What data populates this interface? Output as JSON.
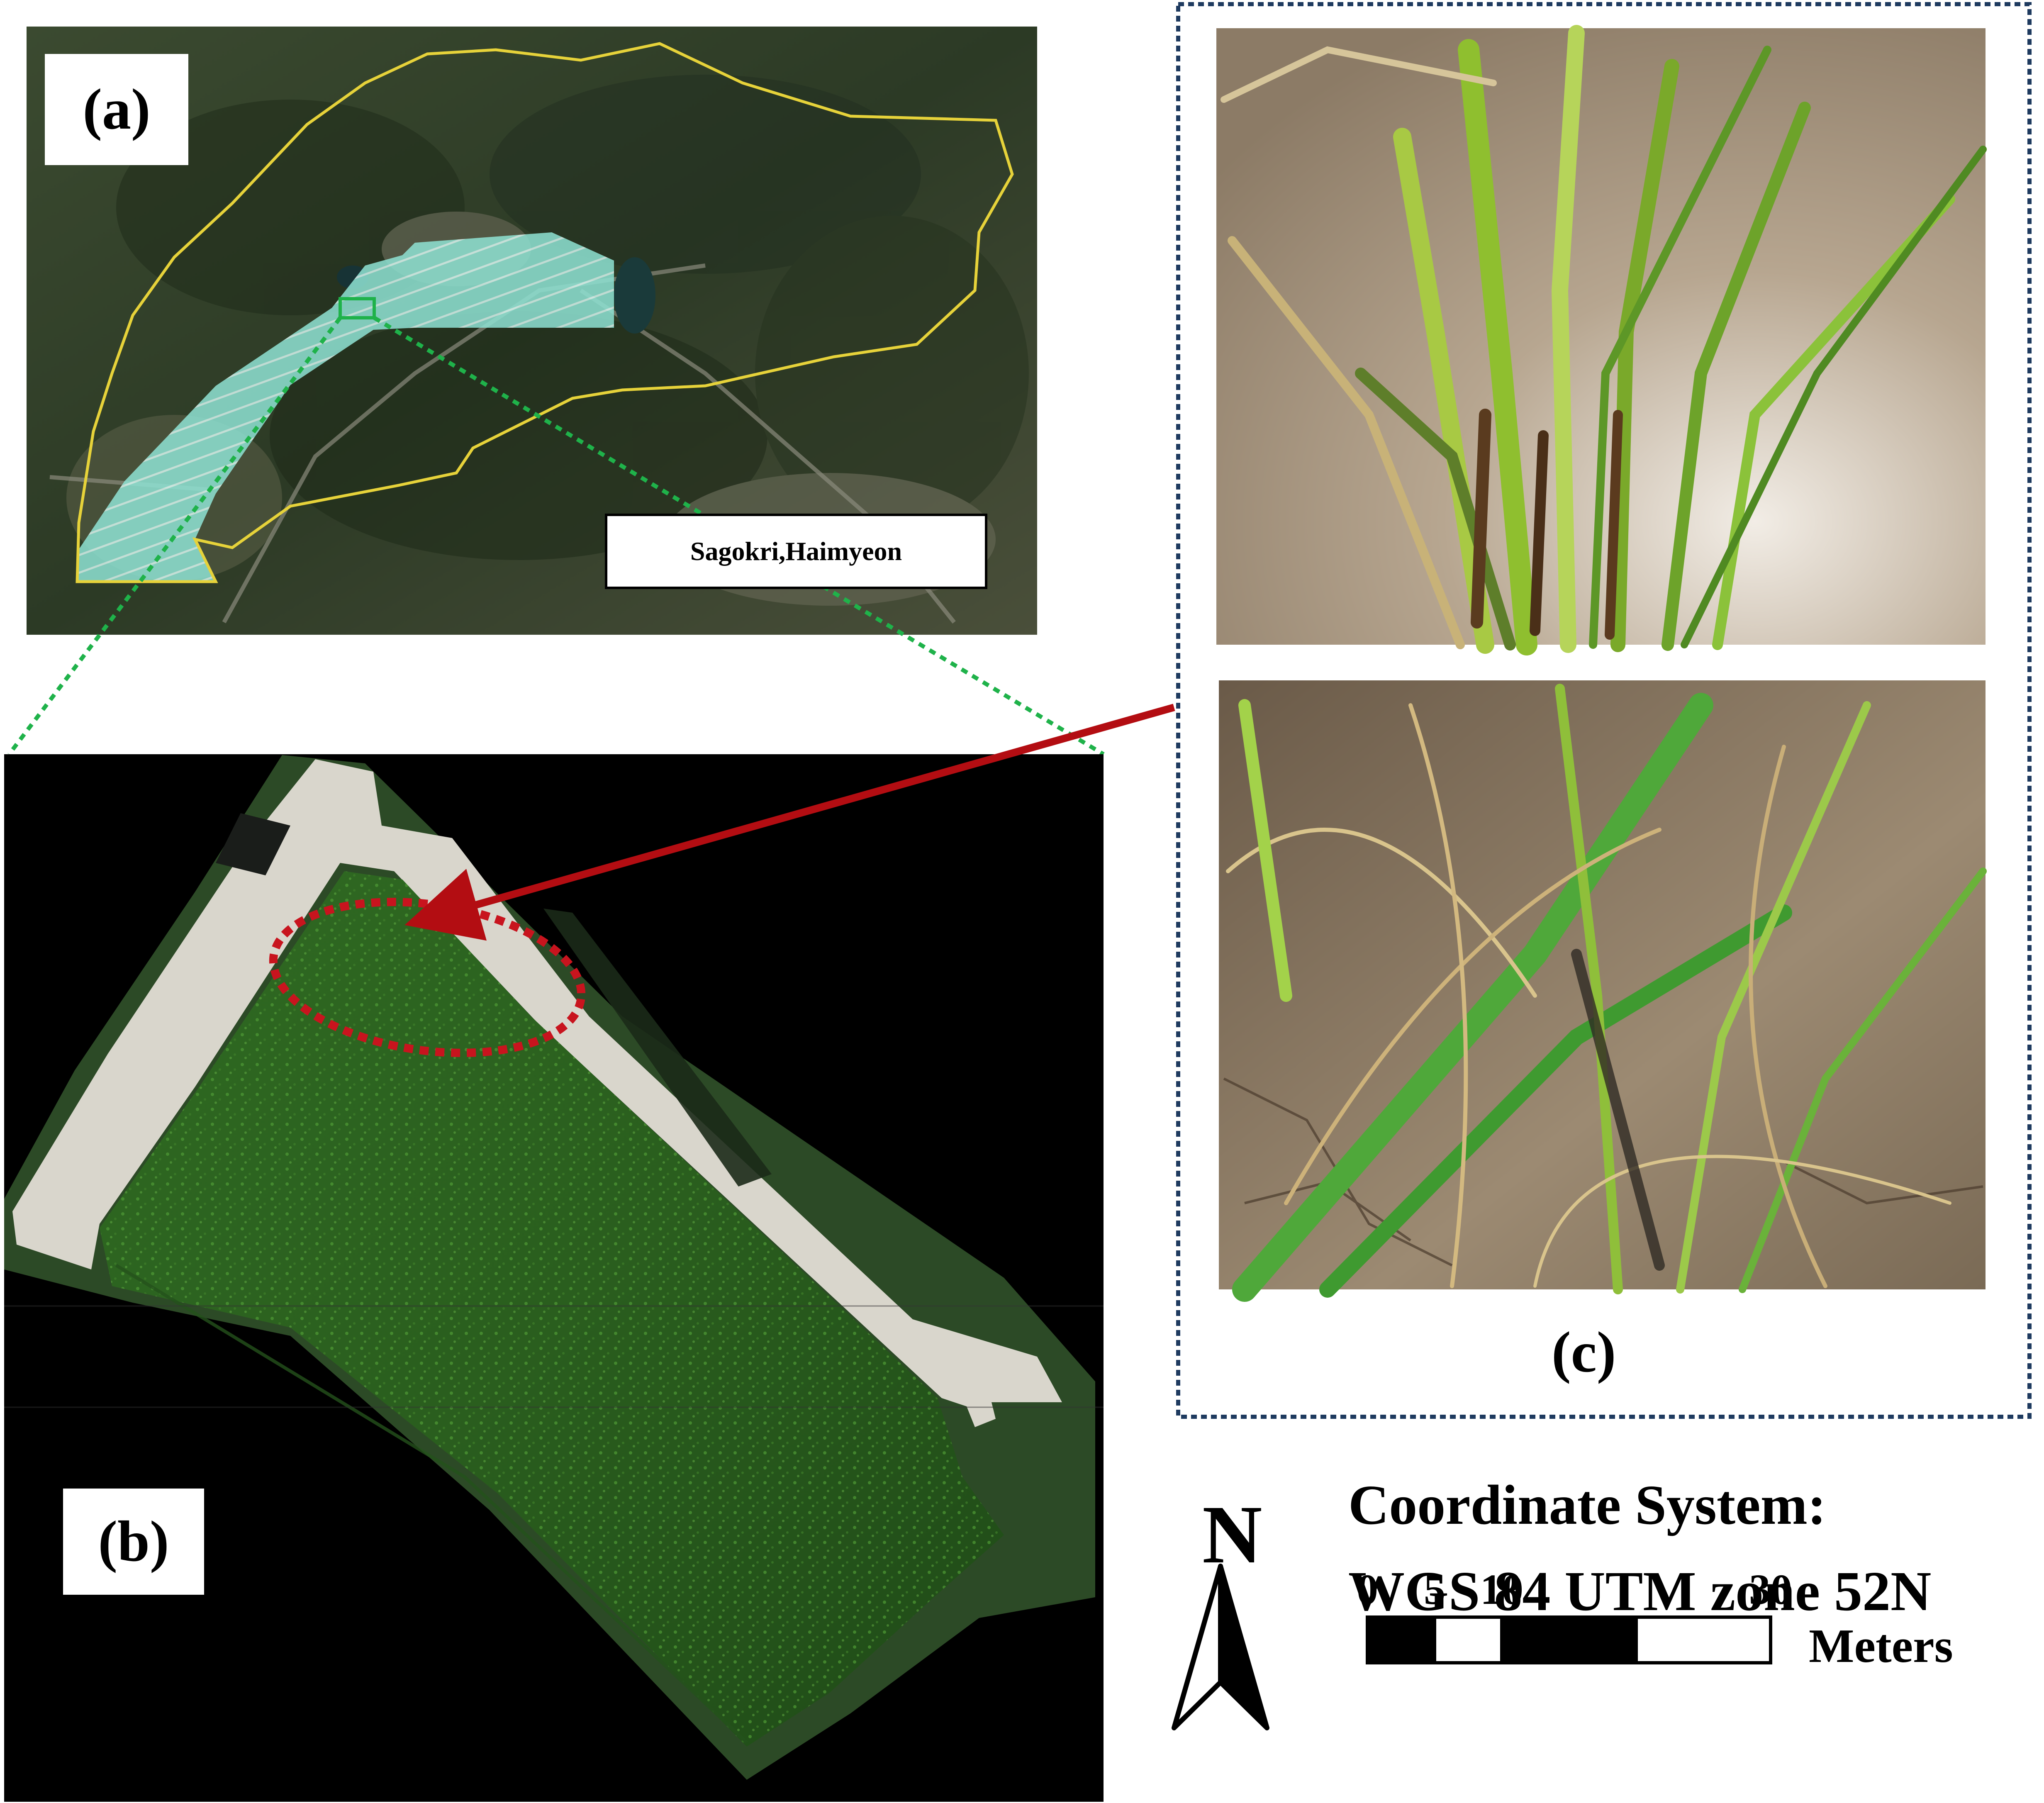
{
  "figure": {
    "panel_labels": {
      "a": "(a)",
      "b": "(b)",
      "c": "(c)"
    },
    "location_label": "Sagokri,Haimyeon"
  },
  "map_info": {
    "north_arrow": {
      "letter": "N",
      "icon": "north-arrow-icon"
    },
    "coordinate_system": {
      "title": "Coordinate System:",
      "name": "WGS 84 UTM zone 52N"
    },
    "scale_bar": {
      "ticks": [
        "0",
        "5",
        "10",
        "30"
      ],
      "tick_values": [
        0,
        5,
        10,
        30
      ],
      "units": "Meters"
    }
  },
  "colors": {
    "boundary": "#e6d23a",
    "paddy_fields": "#8fe3d4",
    "zoom_lines": "#1fb24a",
    "focus_circle": "#c8141e",
    "callout_arrow": "#b30d12",
    "panel_c_border": "#1e3a5f"
  }
}
